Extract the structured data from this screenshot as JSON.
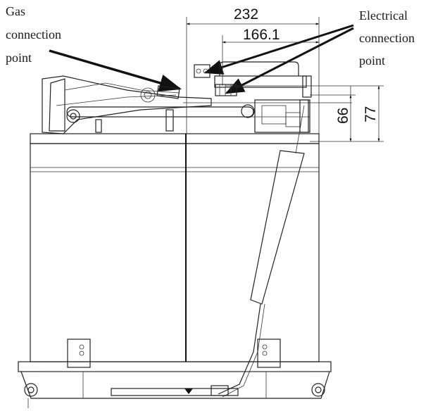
{
  "labels": {
    "gas": [
      "Gas",
      "connection",
      "point"
    ],
    "electrical": [
      "Electrical",
      "connection",
      "point"
    ]
  },
  "dimensions": {
    "width_outer": "232",
    "width_inner": "166.1",
    "height_a": "66",
    "height_b": "77"
  }
}
